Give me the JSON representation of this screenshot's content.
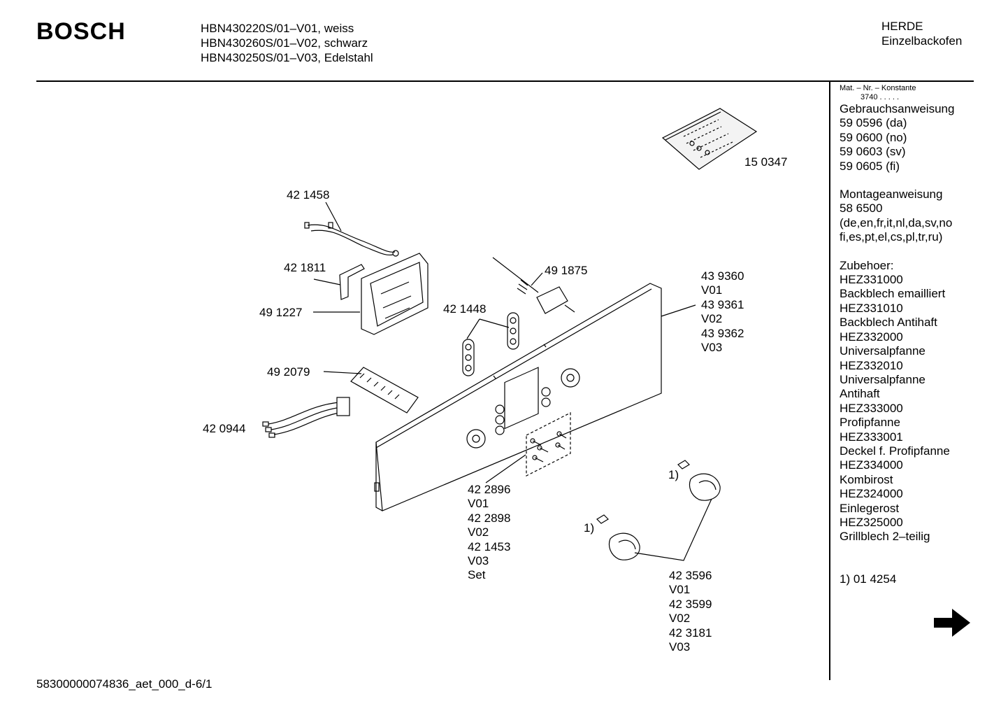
{
  "header": {
    "brand": "BOSCH",
    "models": [
      "HBN430220S/01–V01, weiss",
      "HBN430260S/01–V02, schwarz",
      "HBN430250S/01–V03, Edelstahl"
    ],
    "category": [
      "HERDE",
      "Einzelbackofen"
    ]
  },
  "sidebar": {
    "mat_nr": "Mat. – Nr. – Konstante",
    "mat_const": "3740 . . . . .",
    "manuals": [
      "Gebrauchsanweisung",
      "59 0596 (da)",
      "59 0600 (no)",
      "59 0603 (sv)",
      "59 0605 (fi)"
    ],
    "mounting": [
      "Montageanweisung",
      "58 6500",
      "(de,en,fr,it,nl,da,sv,no",
      "fi,es,pt,el,cs,pl,tr,ru)"
    ],
    "accessories": [
      "Zubehoer:",
      "HEZ331000",
      "Backblech emailliert",
      "HEZ331010",
      "Backblech Antihaft",
      "HEZ332000",
      "Universalpfanne",
      "HEZ332010",
      "Universalpfanne",
      "Antihaft",
      "HEZ333000",
      "Profipfanne",
      "HEZ333001",
      "Deckel f. Profipfanne",
      "HEZ334000",
      "Kombirost",
      "HEZ324000",
      "Einlegerost",
      "HEZ325000",
      "Grillblech 2–teilig"
    ],
    "footnote": "1) 01 4254",
    "arrow_icon": "right-arrow-icon"
  },
  "parts": {
    "p150347": "15 0347",
    "p421458": "42 1458",
    "p421811": "42 1811",
    "p491227": "49 1227",
    "p491875": "49 1875",
    "p421448": "42 1448",
    "p492079": "49 2079",
    "p420944": "42 0944",
    "panel": [
      "43 9360",
      "V01",
      "43 9361",
      "V02",
      "43 9362",
      "V03"
    ],
    "screws": [
      "42 2896",
      "V01",
      "42 2898",
      "V02",
      "42 1453",
      "V03",
      "Set"
    ],
    "knobs": [
      "42 3596",
      "V01",
      "42 3599",
      "V02",
      "42 3181",
      "V03"
    ],
    "fn1a": "1)",
    "fn1b": "1)"
  },
  "footer": {
    "doc_id": "58300000074836_aet_000_d-6/1"
  }
}
